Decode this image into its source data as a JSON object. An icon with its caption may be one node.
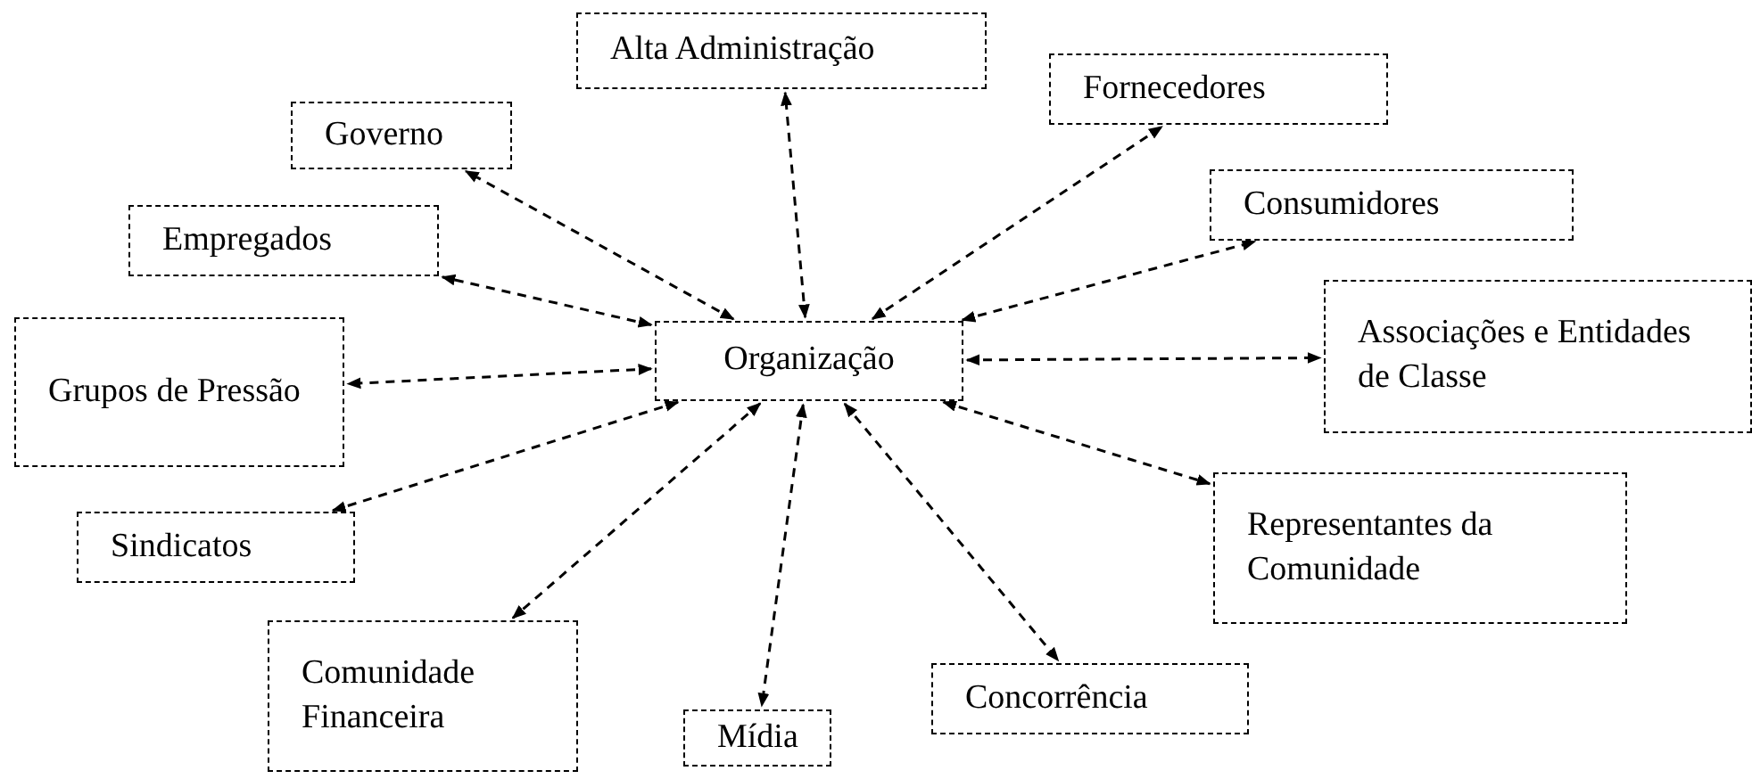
{
  "diagram": {
    "nodes": [
      {
        "text": [
          "Alta Administração"
        ]
      },
      {
        "text": [
          "Governo"
        ]
      },
      {
        "text": [
          "Fornecedores"
        ]
      },
      {
        "text": [
          "Empregados"
        ]
      },
      {
        "text": [
          "Consumidores"
        ]
      },
      {
        "text": [
          "Grupos de Pressão"
        ]
      },
      {
        "text": [
          "Organização"
        ]
      },
      {
        "text": [
          "Associações e Entidades de Classe"
        ]
      },
      {
        "text": [
          "Sindicatos"
        ]
      },
      {
        "text": [
          "Representantes da Comunidade"
        ]
      },
      {
        "text": [
          "Comunidade Financeira"
        ]
      },
      {
        "text": [
          "Mídia"
        ]
      },
      {
        "text": [
          "Concorrência"
        ]
      }
    ],
    "edges": [
      {
        "from": 6,
        "to": 0,
        "arrow": "both",
        "style": "dashed"
      },
      {
        "from": 6,
        "to": 1,
        "arrow": "both",
        "style": "dashed"
      },
      {
        "from": 6,
        "to": 2,
        "arrow": "both",
        "style": "dashed"
      },
      {
        "from": 6,
        "to": 3,
        "arrow": "both",
        "style": "dashed"
      },
      {
        "from": 6,
        "to": 4,
        "arrow": "both",
        "style": "dashed"
      },
      {
        "from": 6,
        "to": 5,
        "arrow": "both",
        "style": "dashed"
      },
      {
        "from": 6,
        "to": 7,
        "arrow": "both",
        "style": "dashed"
      },
      {
        "from": 6,
        "to": 8,
        "arrow": "both",
        "style": "dashed"
      },
      {
        "from": 6,
        "to": 9,
        "arrow": "both",
        "style": "dashed"
      },
      {
        "from": 6,
        "to": 10,
        "arrow": "both",
        "style": "dashed"
      },
      {
        "from": 6,
        "to": 11,
        "arrow": "both",
        "style": "dashed"
      },
      {
        "from": 6,
        "to": 12,
        "arrow": "both",
        "style": "dashed"
      }
    ]
  }
}
